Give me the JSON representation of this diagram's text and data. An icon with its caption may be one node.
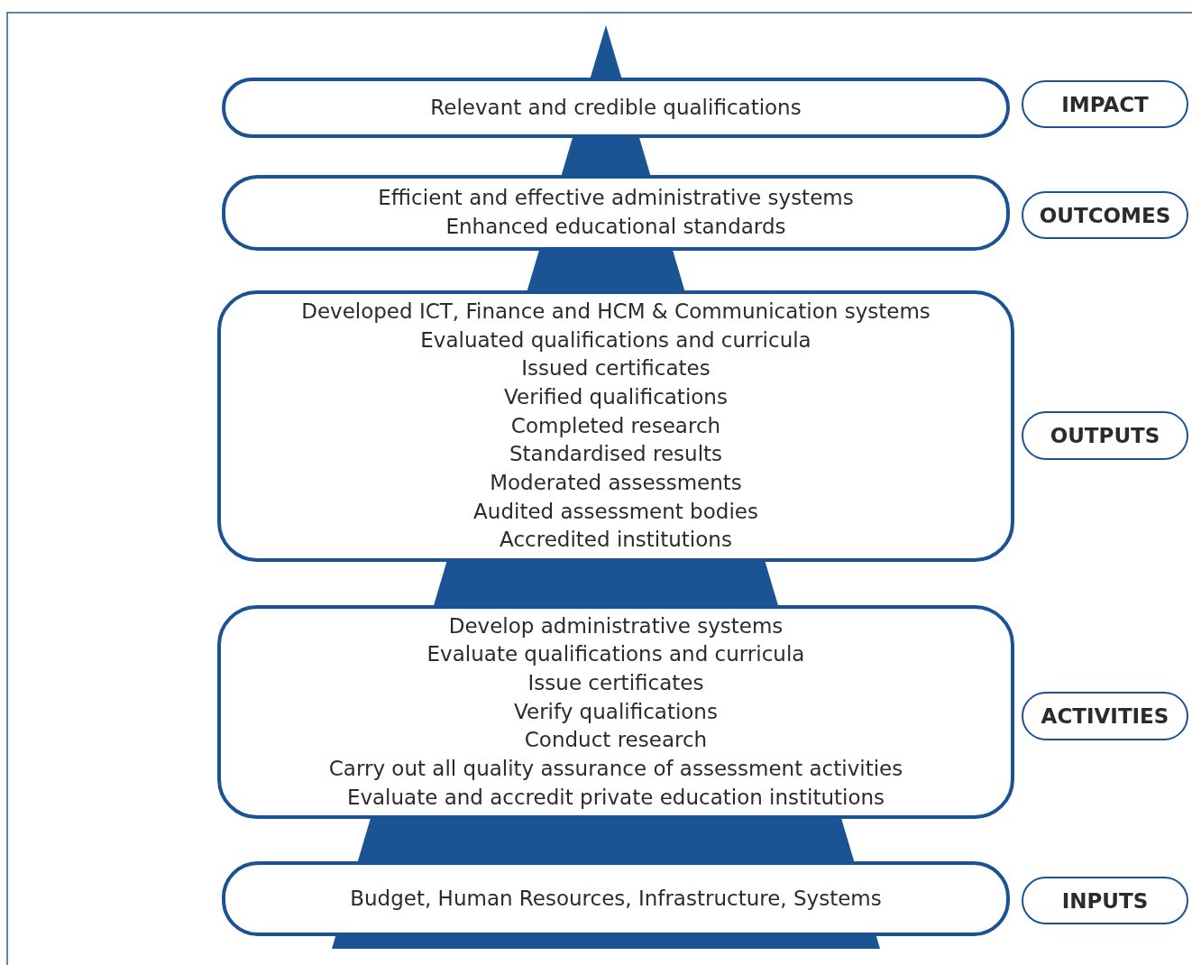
{
  "diagram": {
    "nodes": [
      {
        "text": [
          "Relevant and credible qualifications"
        ]
      },
      {
        "text": [
          "IMPACT"
        ]
      },
      {
        "text": [
          "Efficient and effective administrative systems",
          "Enhanced educational standards"
        ]
      },
      {
        "text": [
          "OUTCOMES"
        ]
      },
      {
        "text": [
          "Developed ICT, Finance and HCM & Communication systems",
          "Evaluated qualifications and curricula",
          "Issued certificates",
          "Verified qualifications",
          "Completed research",
          "Standardised results",
          "Moderated assessments",
          "Audited assessment bodies",
          "Accredited institutions"
        ]
      },
      {
        "text": [
          "OUTPUTS"
        ]
      },
      {
        "text": [
          "Develop administrative systems",
          "Evaluate qualifications and curricula",
          "Issue certificates",
          "Verify qualifications",
          "Conduct research",
          "Carry out all quality assurance of assessment activities",
          "Evaluate and accredit private education institutions"
        ]
      },
      {
        "text": [
          "ACTIVITIES"
        ]
      },
      {
        "text": [
          "Budget, Human Resources, Infrastructure, Systems"
        ]
      },
      {
        "text": [
          "INPUTS"
        ]
      }
    ]
  }
}
